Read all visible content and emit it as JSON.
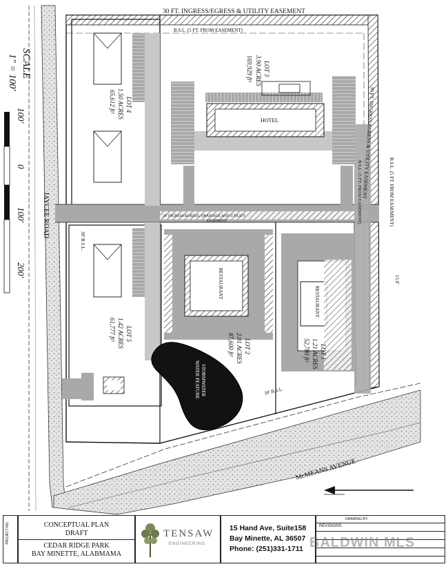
{
  "plan": {
    "scale_title": "SCALE",
    "scale_ratio": "1\" = 100'",
    "scale_ticks": [
      "100'",
      "0",
      "100'",
      "200'"
    ],
    "top_easement": "30 FT. INGRESS/EGRESS & UTILITY EASEMENT",
    "bsl_top": "B.S.L. (5 FT. FROM EASEMENT)",
    "bsl_right_outer": "B.S.L. (5 FT. FROM EASEMENT)",
    "bsl_right_inner": "B.S.L. (5 FT. FROM EASEMENT)",
    "right_easement": "30 FT. INGRESS/EGRESS & UTILITY EASEMENT",
    "mid_easement_line1": "30' INGRESS/EGRESS, DRAINAGE AND UTILITY",
    "mid_easement_line2": "EASEMENT",
    "bsl_30_left": "30' B.S.L.",
    "bsl_30_bottom": "30' B.S.L.",
    "dim_15": "15.0'",
    "road_left": "JAYCEE ROAD",
    "road_bottom": "McMEANS AVENUE",
    "hotel": "HOTEL",
    "restaurant_1": "RESTAURANT",
    "restaurant_2": "RESTAURANT",
    "stormwater": "STORMWATER",
    "water_feature": "WATER FEATURE",
    "lots": [
      {
        "name": "LOT 3",
        "acres": "3.90 ACRES",
        "sqft": "169,929 ft²"
      },
      {
        "name": "LOT 4",
        "acres": "1.50 ACRES",
        "sqft": "65,612 ft²"
      },
      {
        "name": "LOT 5",
        "acres": "1.42 ACRES",
        "sqft": "61,777 ft²"
      },
      {
        "name": "LOT 2",
        "acres": "2.01 ACRES",
        "sqft": "87,600 ft²"
      },
      {
        "name": "LOT 1",
        "acres": "1.21 ACRES",
        "sqft": "52,780 ft²"
      }
    ]
  },
  "titleblock": {
    "project_no": "PROJECT NO.",
    "plan_title_1": "CONCEPTUAL PLAN",
    "plan_title_2": "DRAFT",
    "project_name": "CEDAR RIDGE PARK",
    "project_location": "BAY MINETTE, ALABMAMA",
    "company": "TENSAW",
    "company_sub": "ENGINEERING",
    "address_1": "15 Hand Ave, Suite158",
    "address_2": "Bay Minette, AL 36507",
    "phone": "Phone: (251)331-1711",
    "drawing_by": "DRAWING BY:",
    "revisions": "REVISIONS",
    "watermark": "BALDWIN MLS"
  },
  "colors": {
    "pavement": "#a9a9a9",
    "pavement_light": "#c8c8c8",
    "road_stipple": "#dcdcdc",
    "ink": "#111111",
    "pond": "#121212"
  }
}
